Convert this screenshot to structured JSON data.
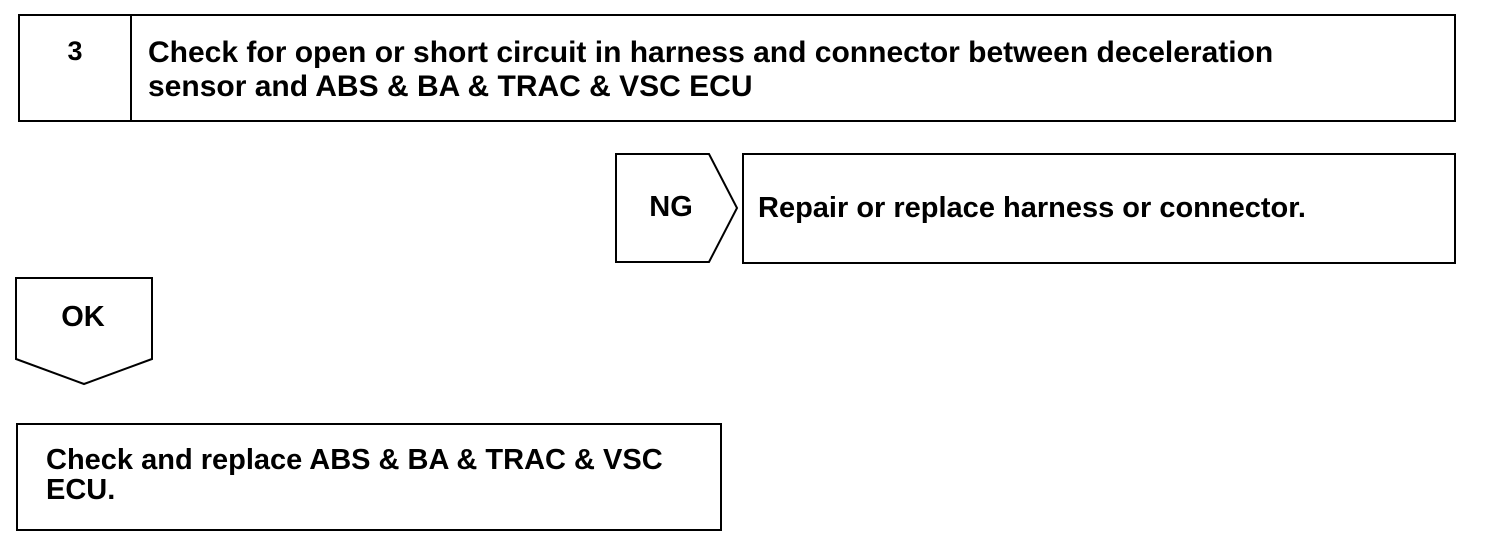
{
  "step": {
    "number": "3",
    "title": "Check for open or short circuit in harness and connector between deceleration\nsensor and ABS & BA & TRAC & VSC ECU"
  },
  "ng_branch": {
    "label": "NG",
    "action": "Repair or replace harness or connector."
  },
  "ok_branch": {
    "label": "OK"
  },
  "next_step": {
    "text": "Check and replace ABS & BA & TRAC & VSC\nECU."
  }
}
